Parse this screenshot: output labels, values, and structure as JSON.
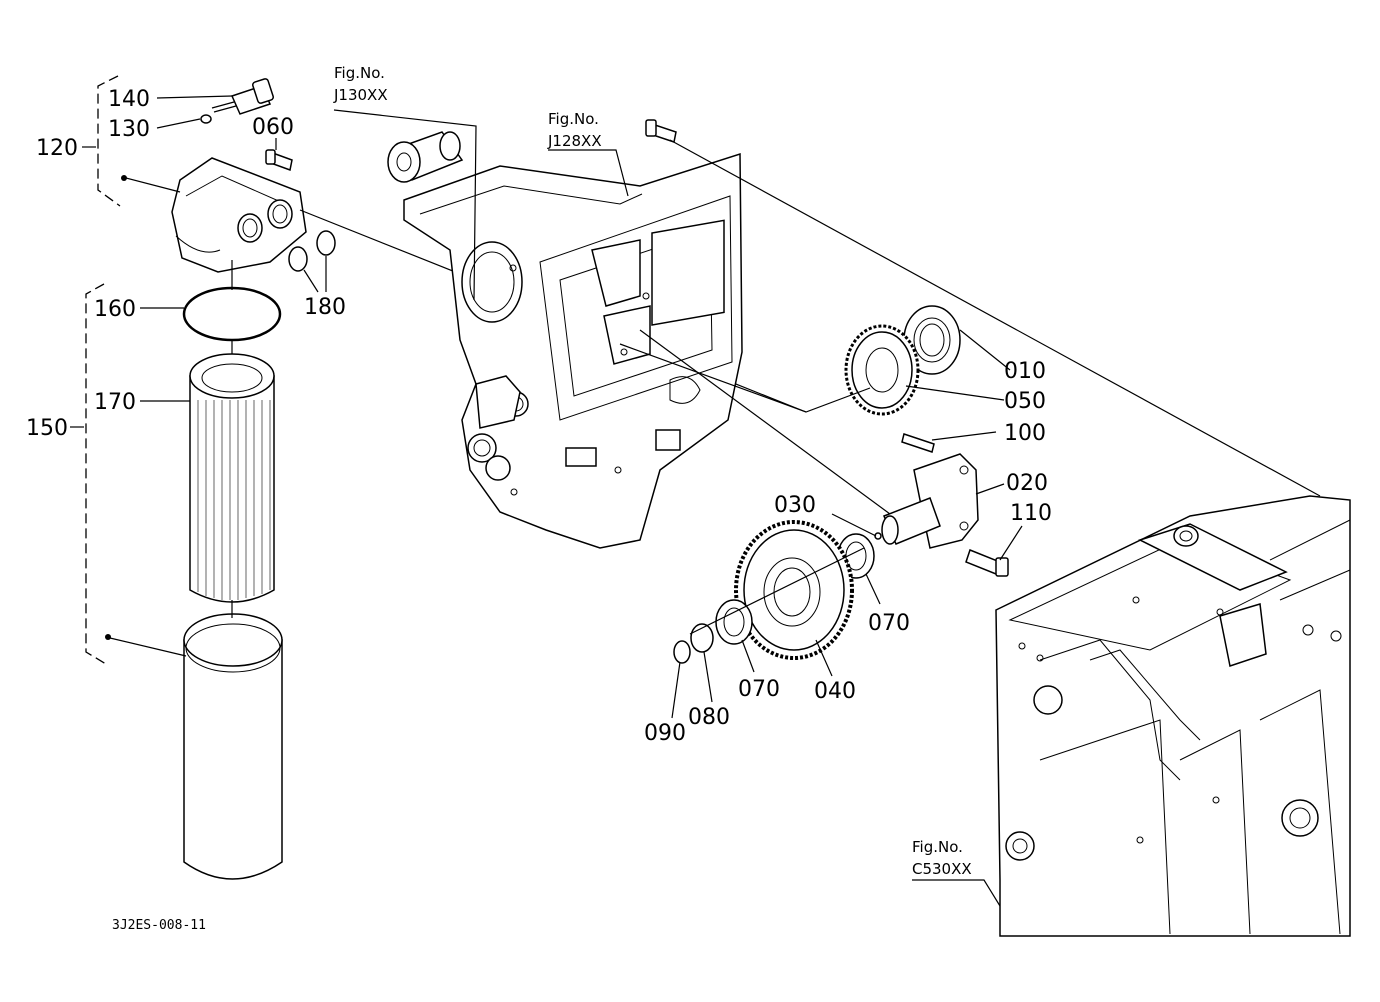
{
  "drawing_code": "3J2ES-008-11",
  "callouts": {
    "p010": "010",
    "p020": "020",
    "p030": "030",
    "p040": "040",
    "p050": "050",
    "p060": "060",
    "p070a": "070",
    "p070b": "070",
    "p080": "080",
    "p090": "090",
    "p100": "100",
    "p110": "110",
    "p120": "120",
    "p130": "130",
    "p140": "140",
    "p150": "150",
    "p160": "160",
    "p170": "170",
    "p180": "180"
  },
  "figure_refs": {
    "j130": {
      "label": "Fig.No.",
      "code": "J130XX"
    },
    "j128": {
      "label": "Fig.No.",
      "code": "J128XX"
    },
    "c530": {
      "label": "Fig.No.",
      "code": "C530XX"
    }
  }
}
